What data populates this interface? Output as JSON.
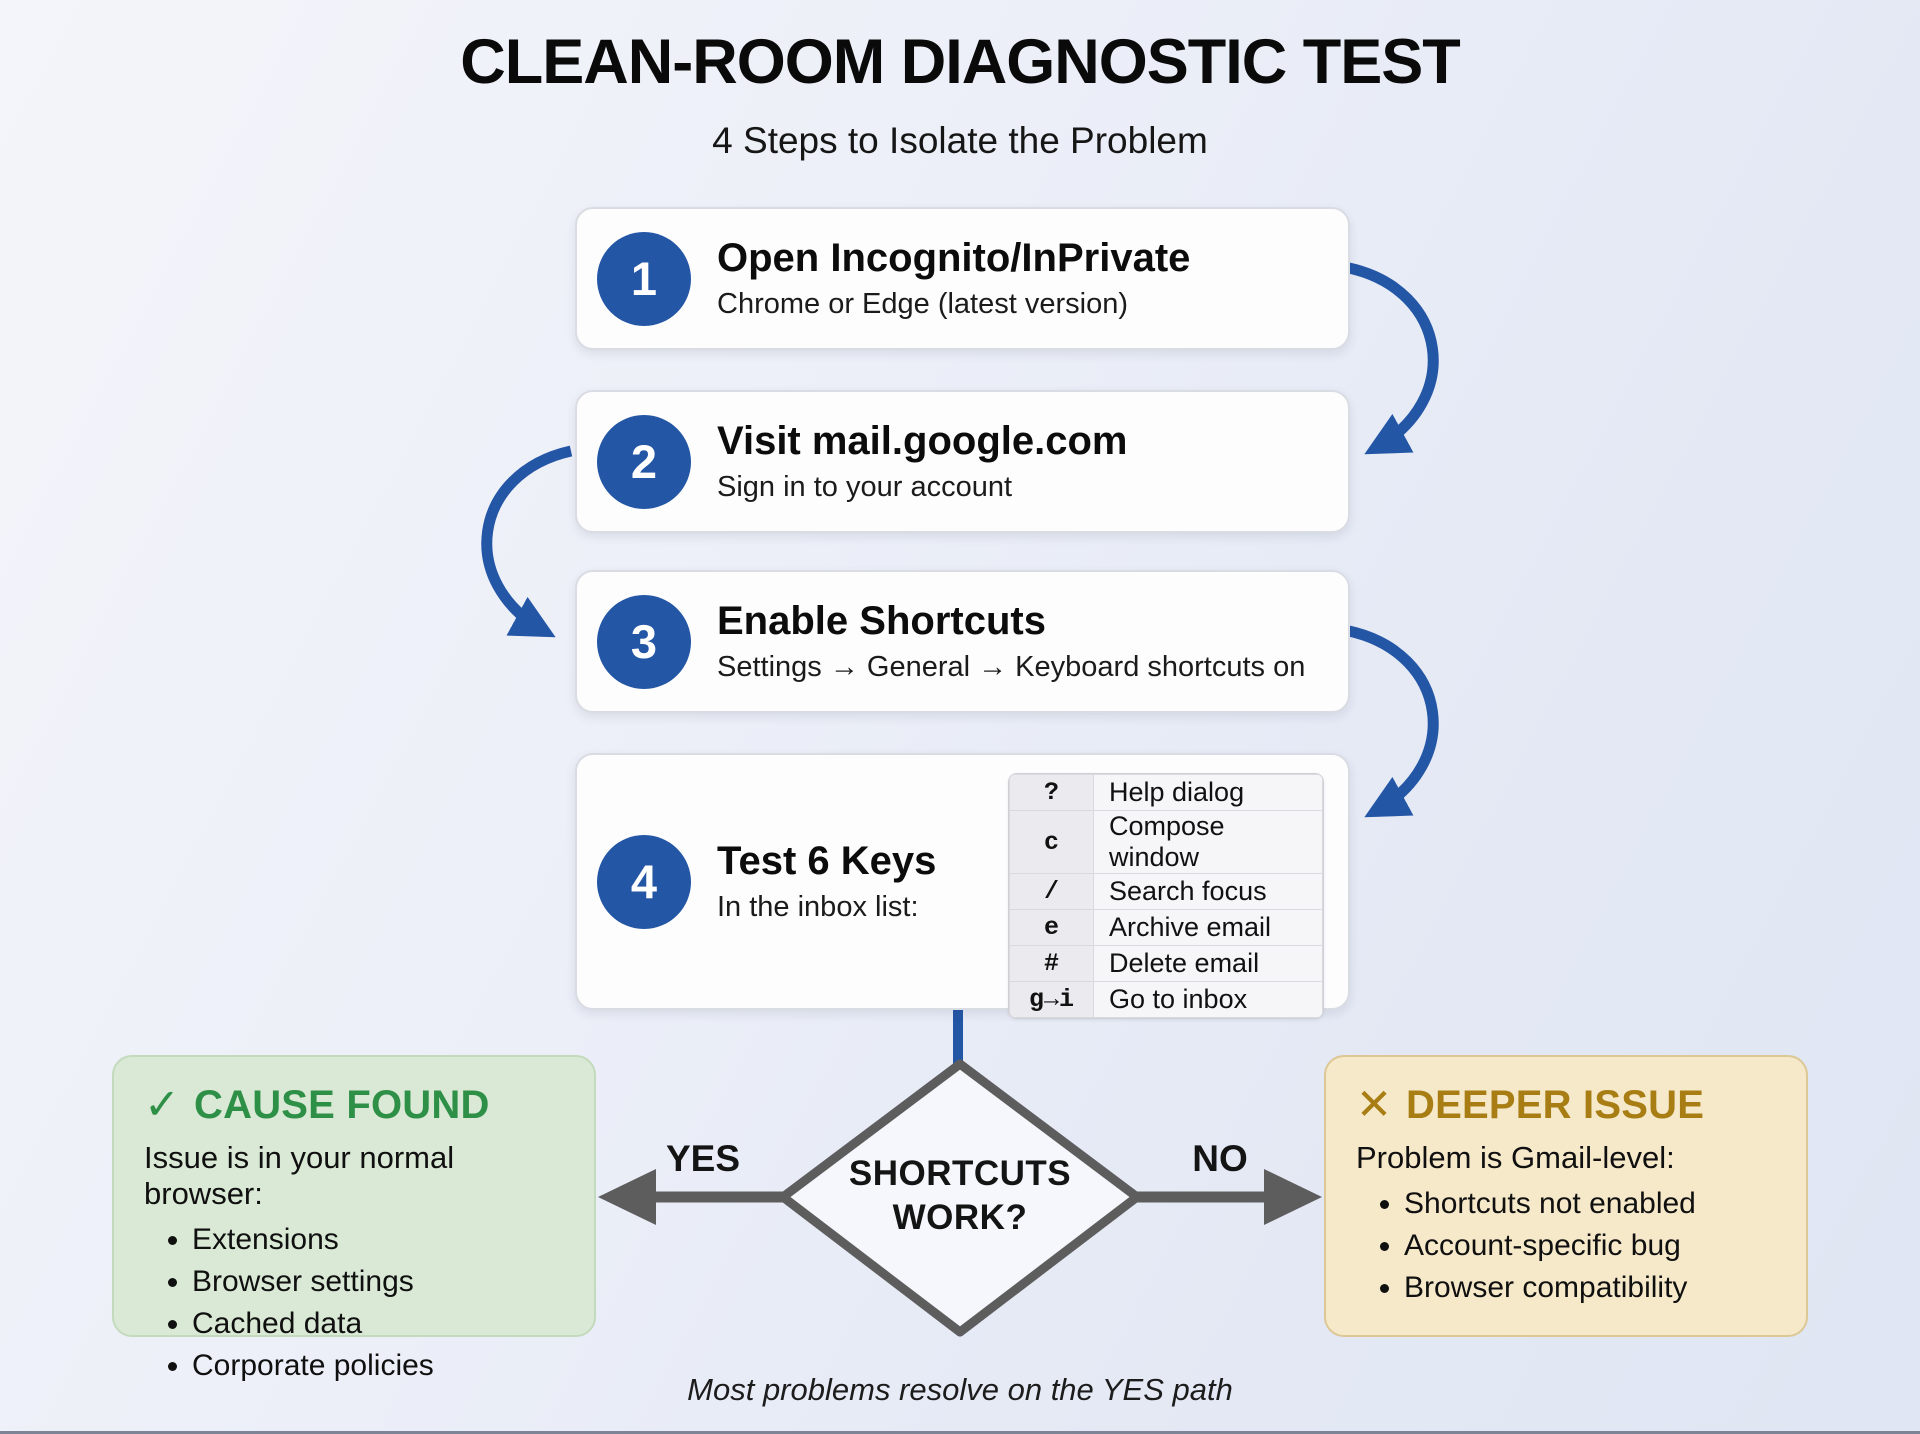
{
  "page": {
    "title": "CLEAN-ROOM DIAGNOSTIC TEST",
    "subtitle": "4 Steps to Isolate the Problem",
    "footnote": "Most problems resolve on the YES path"
  },
  "steps": [
    {
      "number": "1",
      "title": "Open Incognito/InPrivate",
      "subtitle": "Chrome or Edge (latest version)"
    },
    {
      "number": "2",
      "title": "Visit mail.google.com",
      "subtitle": "Sign in to your account"
    },
    {
      "number": "3",
      "title": "Enable Shortcuts",
      "subtitle": "Settings → General → Keyboard shortcuts on"
    },
    {
      "number": "4",
      "title": "Test 6 Keys",
      "subtitle": "In the inbox list:"
    }
  ],
  "shortcut_table": {
    "rows": [
      {
        "key": "?",
        "action": "Help dialog"
      },
      {
        "key": "c",
        "action": "Compose window"
      },
      {
        "key": "/",
        "action": "Search focus"
      },
      {
        "key": "e",
        "action": "Archive email"
      },
      {
        "key": "#",
        "action": "Delete email"
      },
      {
        "key": "g→i",
        "action": "Go to inbox"
      }
    ]
  },
  "decision": {
    "question": "SHORTCUTS WORK?",
    "yes_label": "YES",
    "no_label": "NO"
  },
  "outcomes": {
    "yes": {
      "icon": "✓",
      "title": "CAUSE FOUND",
      "subtitle": "Issue is in your normal browser:",
      "bullets": [
        "Extensions",
        "Browser settings",
        "Cached data",
        "Corporate policies"
      ]
    },
    "no": {
      "icon": "✕",
      "title": "DEEPER ISSUE",
      "subtitle": "Problem is Gmail-level:",
      "bullets": [
        "Shortcuts not enabled",
        "Account-specific bug",
        "Browser compatibility"
      ]
    }
  },
  "colors": {
    "accent_blue": "#2456a6",
    "flow_gray": "#5d5d5d",
    "success_green": "#2e8f47",
    "success_bg": "#d9e9d5",
    "warning_gold": "#a87e14",
    "warning_bg": "#f6e9ca",
    "card_bg": "#fdfdfe"
  }
}
